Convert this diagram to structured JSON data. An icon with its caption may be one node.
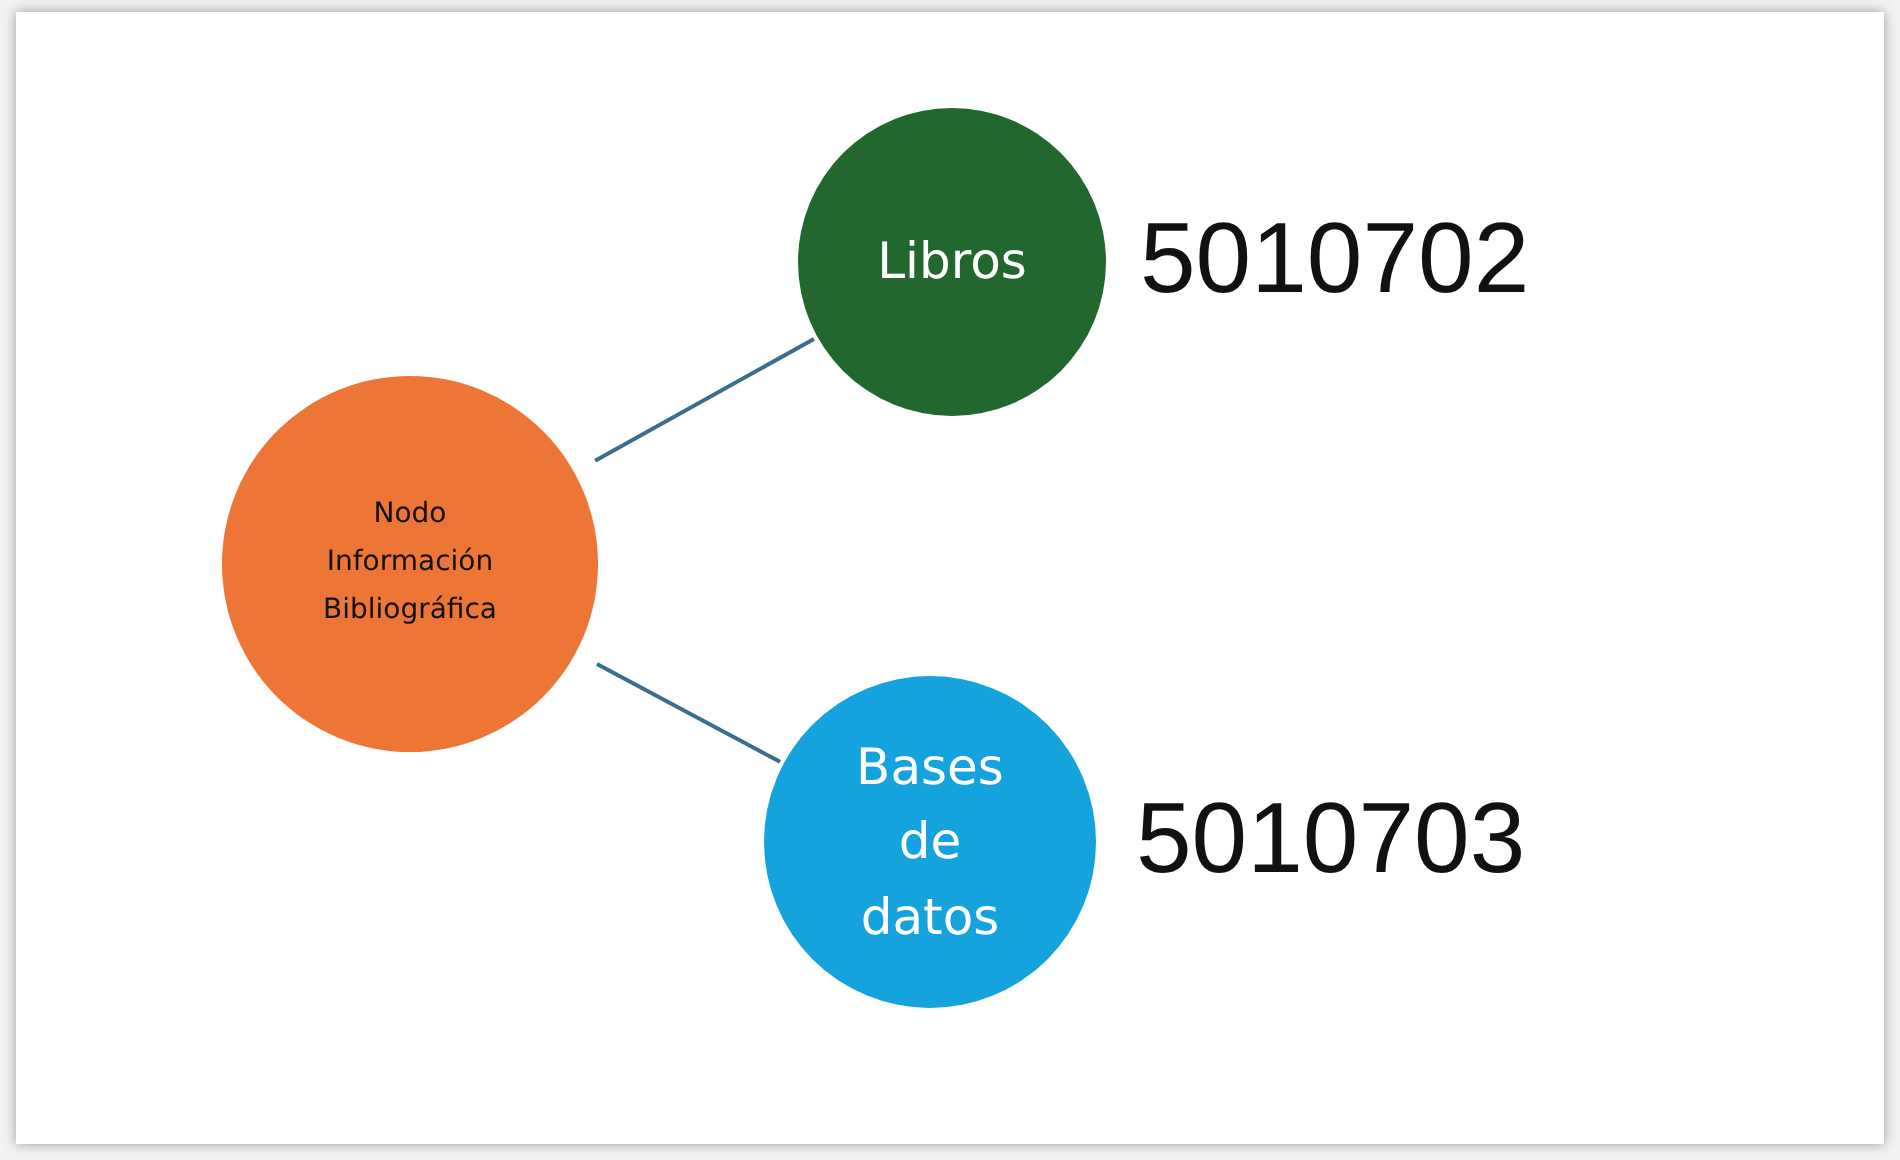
{
  "diagram": {
    "nodes": [
      {
        "text": [
          "Nodo Información Bibliográfica"
        ]
      },
      {
        "text": [
          "Libros"
        ],
        "beside": [
          "5010702"
        ]
      },
      {
        "text": [
          "Bases de datos"
        ],
        "beside": [
          "5010703"
        ]
      }
    ],
    "edges": [
      {
        "from": 0,
        "to": 1,
        "arrow": "none"
      },
      {
        "from": 0,
        "to": 2,
        "arrow": "none"
      }
    ]
  }
}
